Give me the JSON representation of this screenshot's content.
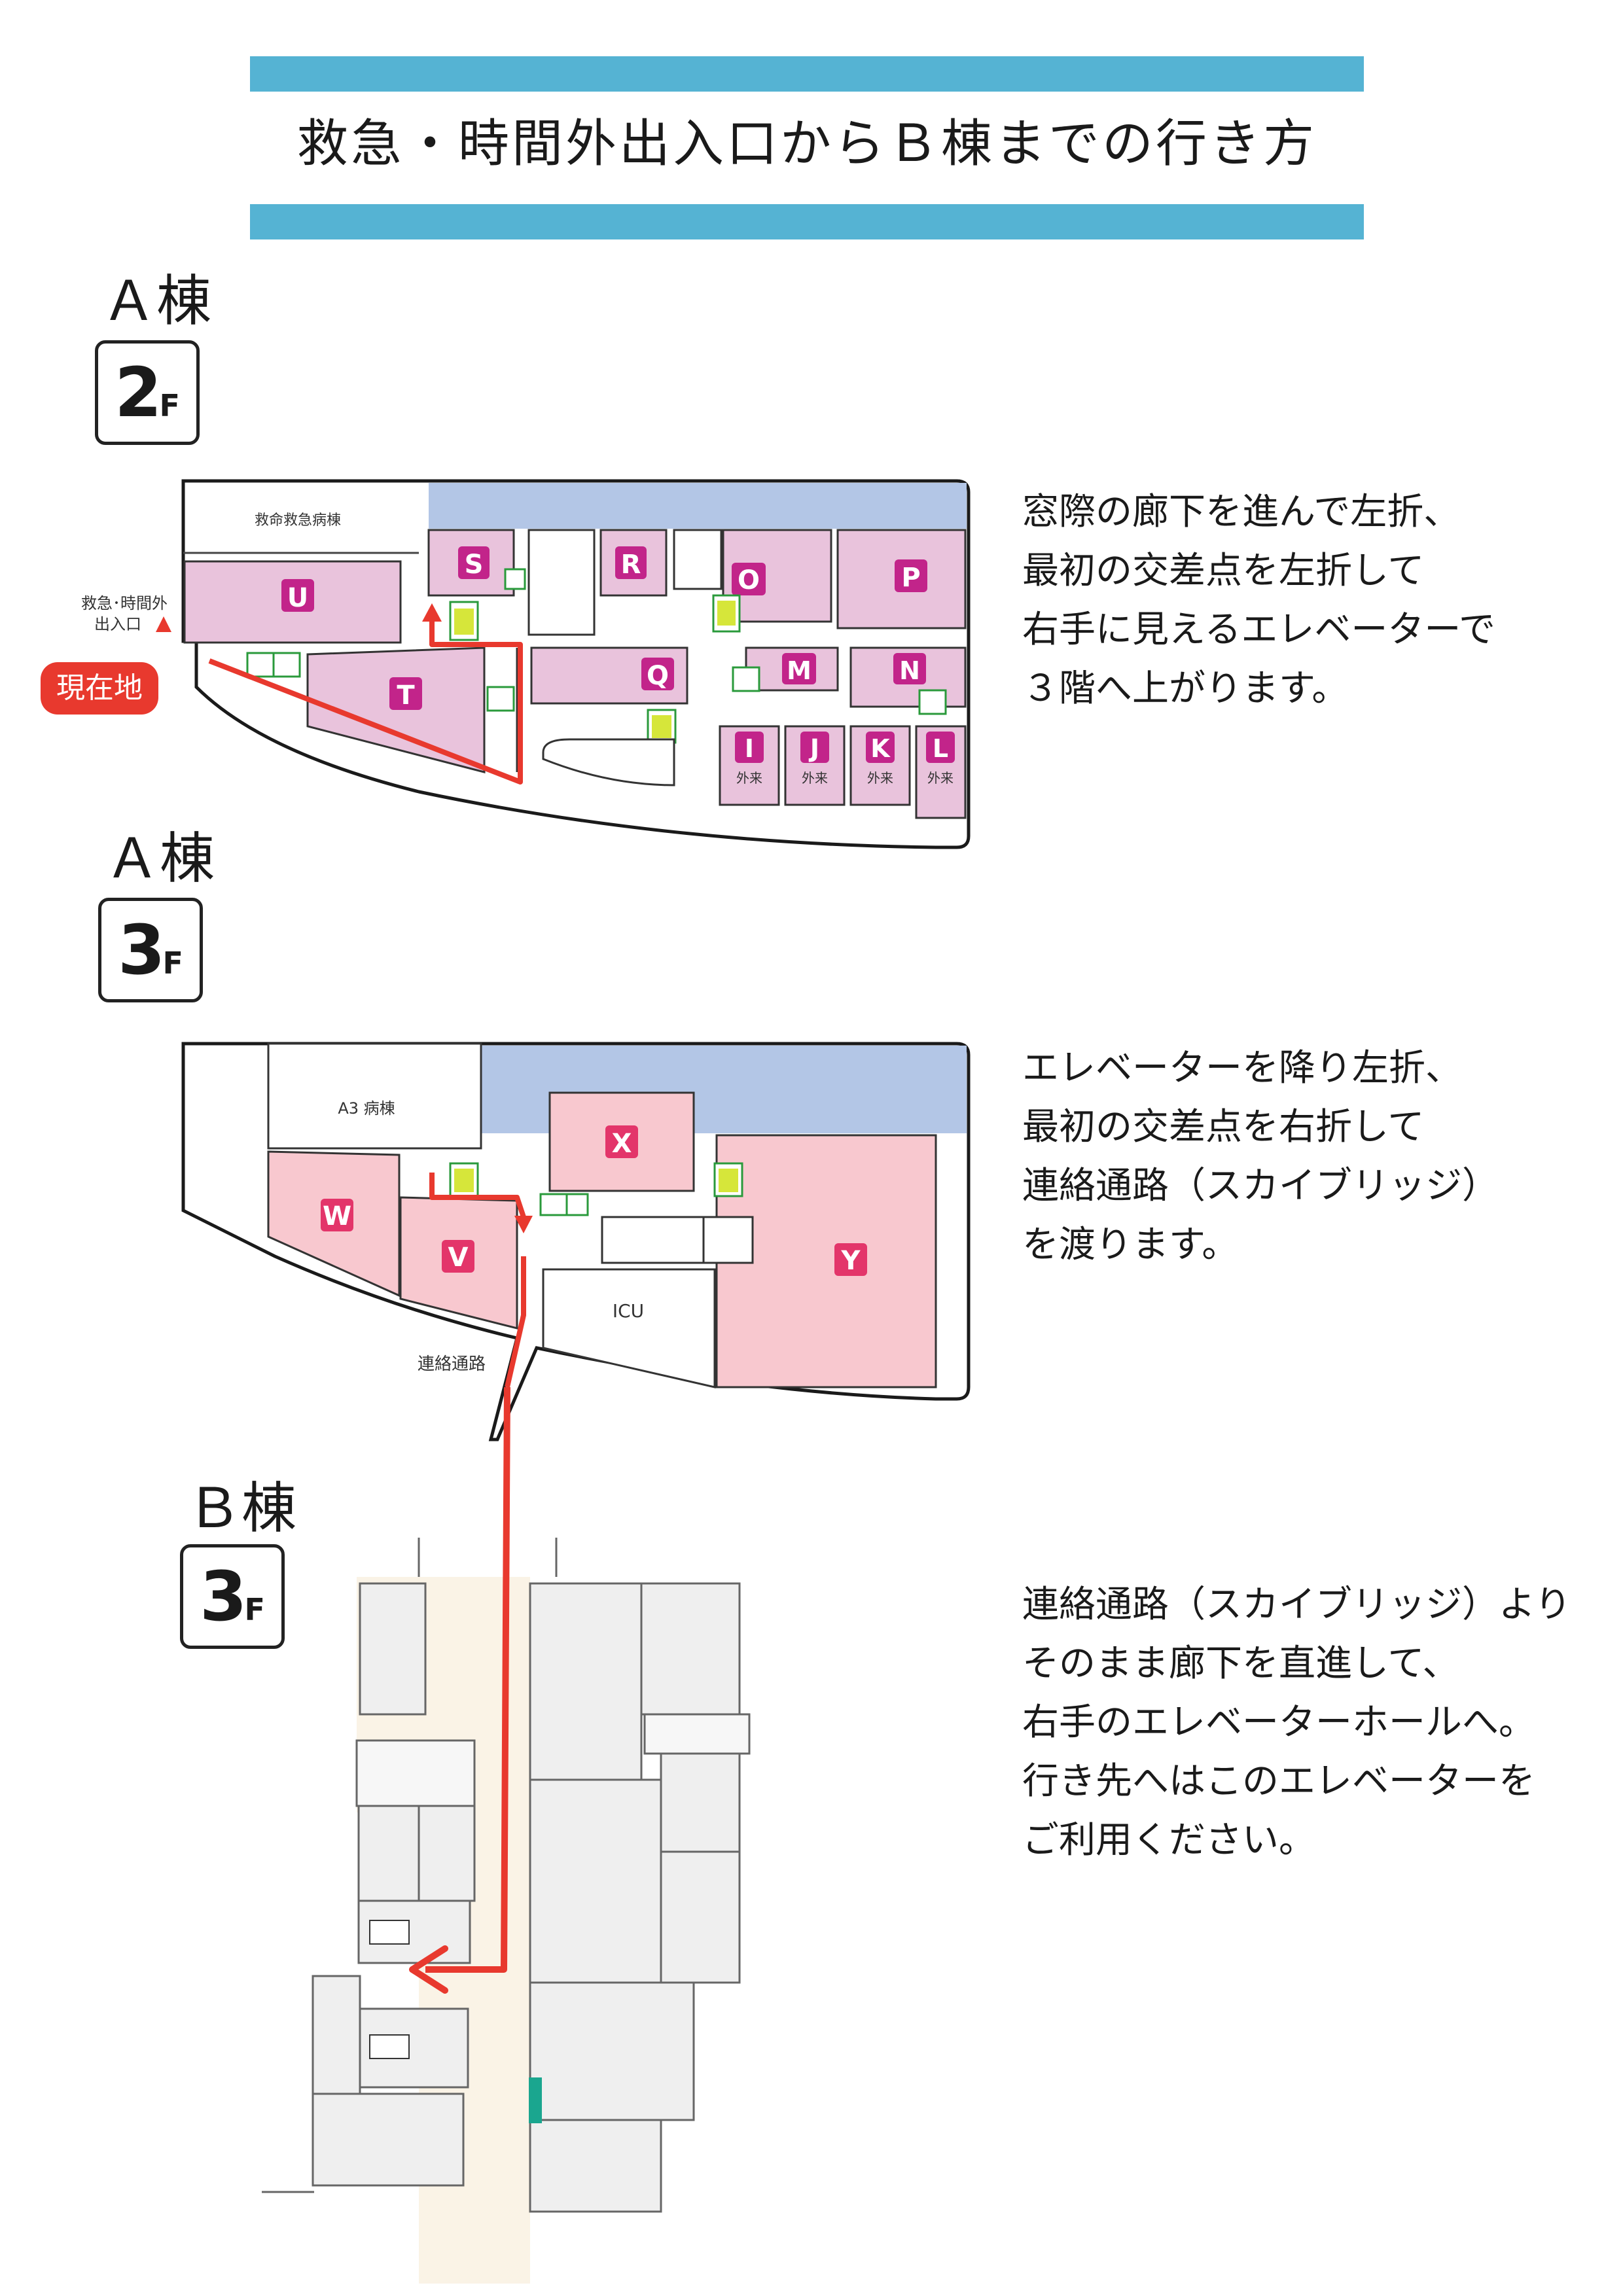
{
  "header": {
    "title": "救急・時間外出入口からＢ棟までの行き方"
  },
  "sections": [
    {
      "building": "Ａ棟",
      "floor_number": "2",
      "floor_suffix": "F",
      "instructions": [
        "窓際の廊下を進んで左折、",
        "最初の交差点を左折して",
        "右手に見えるエレベーターで",
        "３階へ上がります。"
      ]
    },
    {
      "building": "Ａ棟",
      "floor_number": "3",
      "floor_suffix": "F",
      "instructions": [
        "エレベーターを降り左折、",
        "最初の交差点を右折して",
        "連絡通路（スカイブリッジ）",
        "を渡ります。"
      ]
    },
    {
      "building": "Ｂ棟",
      "floor_number": "3",
      "floor_suffix": "F",
      "instructions": [
        "連絡通路（スカイブリッジ）より",
        "そのまま廊下を直進して、",
        "右手のエレベーターホールへ。",
        "行き先へはこのエレベーターを",
        "ご利用ください。"
      ]
    }
  ],
  "map_a2": {
    "ward_label": "救命救急病棟",
    "entrance_label_line1": "救急･時間外",
    "entrance_label_line2": "出入口",
    "current_location": "現在地",
    "rooms": [
      "U",
      "T",
      "S",
      "R",
      "O",
      "P",
      "Q",
      "M",
      "N",
      "I",
      "J",
      "K",
      "L"
    ],
    "outpatient_label": "外来"
  },
  "map_a3": {
    "ward_label": "A3 病棟",
    "icu_label": "ICU",
    "bridge_label": "連絡通路",
    "rooms": [
      "X",
      "W",
      "V",
      "Y"
    ]
  },
  "colors": {
    "accent_bar": "#55b3d3",
    "route": "#e8392e",
    "room_pink": "#e9c3dc",
    "room_letter_bg": "#c2248a",
    "room_pink_light": "#f8c8cf",
    "room_letter_bg_red": "#e3356a",
    "window_blue": "#b3c6e6",
    "current_location_bg": "#e8392e"
  }
}
